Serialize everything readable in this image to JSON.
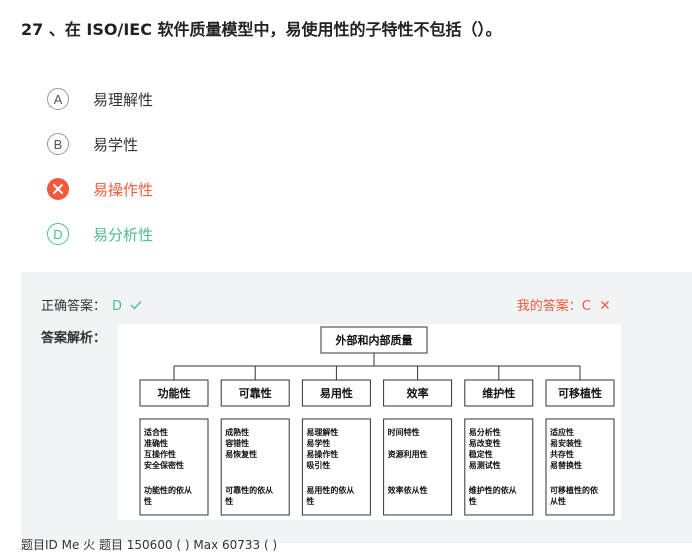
{
  "question": {
    "number": "27",
    "sep": " 、",
    "text": "在 ISO/IEC 软件质量模型中，易使用性的子特性不包括（）。"
  },
  "options": [
    {
      "letter": "A",
      "text": "易理解性",
      "state": "normal"
    },
    {
      "letter": "B",
      "text": "易学性",
      "state": "normal"
    },
    {
      "letter": "C",
      "text": "易操作性",
      "state": "wrong"
    },
    {
      "letter": "D",
      "text": "易分析性",
      "state": "correct"
    }
  ],
  "answer": {
    "correct_label": "正确答案：",
    "correct_value": "D",
    "mine_label": "我的答案：",
    "mine_value": "C",
    "analysis_label": "答案解析："
  },
  "diagram": {
    "root": "外部和内部质量",
    "characteristics": [
      {
        "name": "功能性",
        "subs": [
          "适合性",
          "准确性",
          "互操作性",
          "安全保密性"
        ],
        "compliance": [
          "功能性的依从",
          "性"
        ]
      },
      {
        "name": "可靠性",
        "subs": [
          "成熟性",
          "容错性",
          "易恢复性"
        ],
        "compliance": [
          "可靠性的依从",
          "性"
        ]
      },
      {
        "name": "易用性",
        "subs": [
          "易理解性",
          "易学性",
          "易操作性",
          "吸引性"
        ],
        "compliance": [
          "易用性的依从",
          "性"
        ]
      },
      {
        "name": "效率",
        "subs": [
          "时间特性",
          "",
          "资源利用性"
        ],
        "compliance": [
          "效率依从性"
        ]
      },
      {
        "name": "维护性",
        "subs": [
          "易分析性",
          "易改变性",
          "稳定性",
          "易测试性"
        ],
        "compliance": [
          "维护性的依从",
          "性"
        ]
      },
      {
        "name": "可移植性",
        "subs": [
          "适应性",
          "易安装性",
          "共存性",
          "易替换性"
        ],
        "compliance": [
          "可移植性的依",
          "从性"
        ]
      }
    ]
  },
  "colors": {
    "correct": "#4cbf8a",
    "wrong": "#f05a3a"
  },
  "icons": {
    "wrong_mark": "x-icon",
    "correct_mark": "check-icon"
  },
  "footer": "题目ID Me  火   题目 150600  (   )  Max  60733  (   )"
}
